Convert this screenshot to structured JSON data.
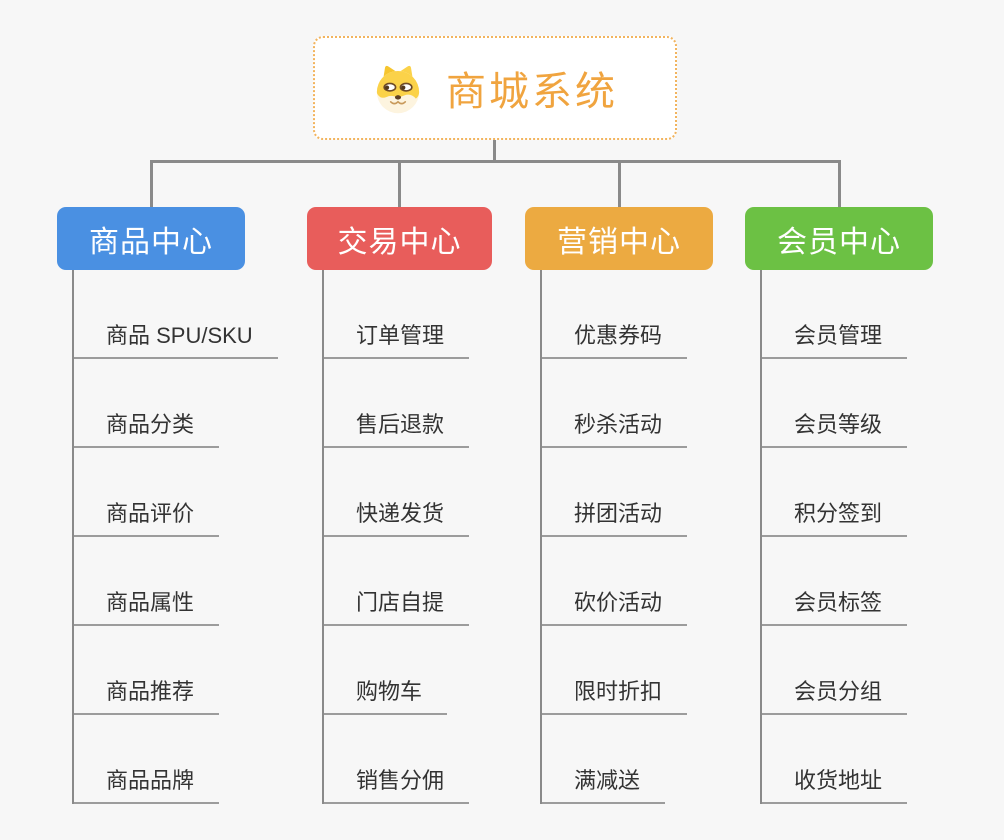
{
  "page": {
    "background_color": "#f7f7f7",
    "connector_color": "#8a8a8a",
    "underline_color": "#9c9c9c"
  },
  "root": {
    "label": "商城系统",
    "icon": "doge-icon",
    "text_color": "#f0a43f",
    "border_color": "#f2b45e",
    "background": "#ffffff"
  },
  "branches": [
    {
      "label": "商品中心",
      "color": "#4a90e2",
      "children": [
        "商品 SPU/SKU",
        "商品分类",
        "商品评价",
        "商品属性",
        "商品推荐",
        "商品品牌"
      ]
    },
    {
      "label": "交易中心",
      "color": "#e85d5b",
      "children": [
        "订单管理",
        "售后退款",
        "快递发货",
        "门店自提",
        "购物车",
        "销售分佣"
      ]
    },
    {
      "label": "营销中心",
      "color": "#ecaa41",
      "children": [
        "优惠券码",
        "秒杀活动",
        "拼团活动",
        "砍价活动",
        "限时折扣",
        "满减送"
      ]
    },
    {
      "label": "会员中心",
      "color": "#6cc144",
      "children": [
        "会员管理",
        "会员等级",
        "积分签到",
        "会员标签",
        "会员分组",
        "收货地址"
      ]
    }
  ]
}
